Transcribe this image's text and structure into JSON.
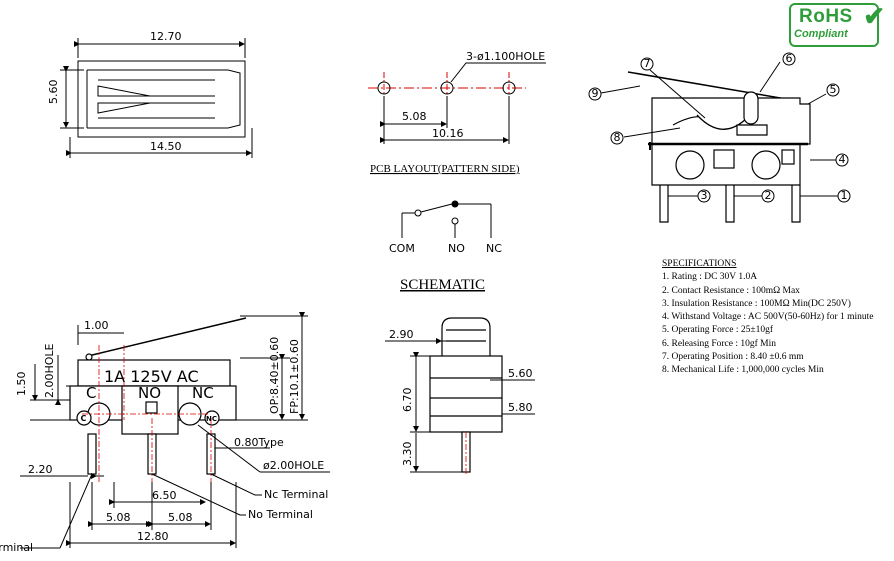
{
  "badge": {
    "line1": "RoHS",
    "line2": "Compliant"
  },
  "top_view": {
    "width_inner": "12.70",
    "height": "5.60",
    "width_outer": "14.50"
  },
  "pcb": {
    "hole_note": "3-ø1.100HOLE",
    "pitch": "5.08",
    "span": "10.16",
    "title": "PCB LAYOUT(PATTERN SIDE)"
  },
  "schematic": {
    "com": "COM",
    "no": "NO",
    "nc": "NC",
    "title": "SCHEMATIC"
  },
  "cross_section": {
    "callouts": [
      "1",
      "2",
      "3",
      "4",
      "5",
      "6",
      "7",
      "8",
      "9"
    ]
  },
  "front_view": {
    "lever_offset": "1.00",
    "hole_height": "2.00HOLE",
    "rating": "1A 125V AC",
    "c": "C",
    "no": "NO",
    "nc": "NC",
    "c_circle": "C",
    "nc_circle": "NC",
    "height_150": "1.50",
    "op": "OP:8.40±0.60",
    "fp": "FP:10.1±0.60",
    "type": "0.80Type",
    "hole": "ø2.00HOLE",
    "nc_terminal": "Nc  Terminal",
    "no_terminal": "No  Terminal",
    "com_terminal": "Com  Terminal",
    "dim_220": "2.20",
    "dim_650": "6.50",
    "dim_508a": "5.08",
    "dim_508b": "5.08",
    "dim_1280": "12.80"
  },
  "side_view": {
    "d290": "2.90",
    "d560": "5.60",
    "d670": "6.70",
    "d580": "5.80",
    "d330": "3.30"
  },
  "specifications": {
    "heading": "SPECIFICATIONS",
    "items": [
      "1. Rating : DC 30V 1.0A",
      "2. Contact Resistance : 100mΩ Max",
      "3. Insulation Resistance : 100MΩ Min(DC 250V)",
      "4. Withstand Voltage : AC 500V(50-60Hz) for 1 minute",
      "5. Operating Force : 25±10gf",
      "6. Releasing Force : 10gf  Min",
      "7. Operating Position : 8.40 ±0.6 mm",
      "8. Mechanical Life : 1,000,000 cycles Min"
    ]
  }
}
